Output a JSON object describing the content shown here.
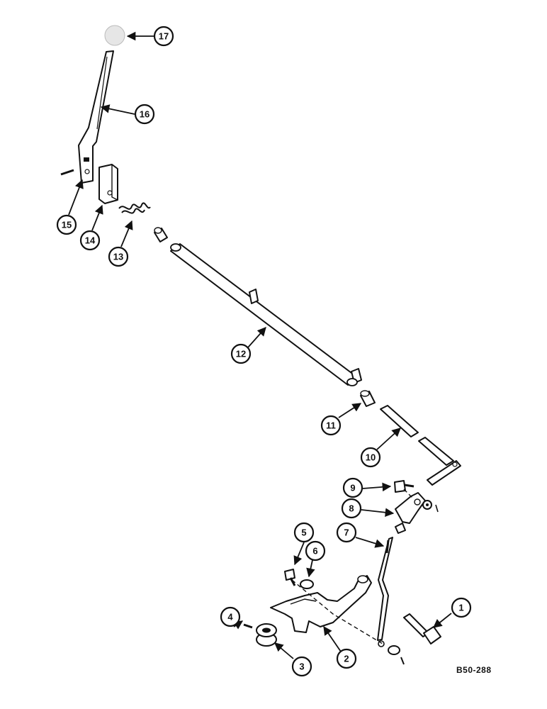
{
  "drawing_code": "B50-288",
  "callouts": {
    "c1": "1",
    "c2": "2",
    "c3": "3",
    "c4": "4",
    "c5": "5",
    "c6": "6",
    "c7": "7",
    "c8": "8",
    "c9": "9",
    "c10": "10",
    "c11": "11",
    "c12": "12",
    "c13": "13",
    "c14": "14",
    "c15": "15",
    "c16": "16",
    "c17": "17"
  }
}
